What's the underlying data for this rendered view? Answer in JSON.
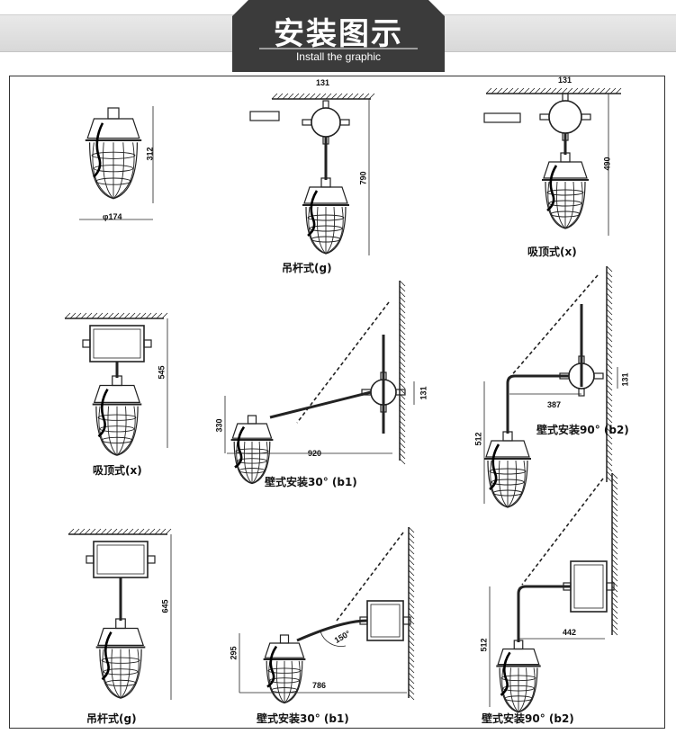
{
  "header": {
    "title": "安装图示",
    "subtitle": "Install the graphic"
  },
  "colors": {
    "header_tab": "#3b3b3b",
    "header_stripe": "#dddddd",
    "line": "#222222"
  },
  "diagrams": [
    {
      "id": "lamp-front",
      "caption": "",
      "dims": [
        "312",
        "φ174"
      ]
    },
    {
      "id": "pendant-g-top",
      "caption": "吊杆式(g)",
      "dims": [
        "131",
        "790"
      ]
    },
    {
      "id": "ceiling-x-top",
      "caption": "吸顶式(x)",
      "dims": [
        "131",
        "490"
      ]
    },
    {
      "id": "ceiling-x-mid",
      "caption": "吸顶式(x)",
      "dims": [
        "545"
      ]
    },
    {
      "id": "wall-30-b1-mid",
      "caption": "壁式安装30° (b1)",
      "dims": [
        "131",
        "330",
        "920"
      ]
    },
    {
      "id": "wall-90-b2-mid",
      "caption": "壁式安装90° (b2)",
      "dims": [
        "387",
        "512",
        "131"
      ]
    },
    {
      "id": "pendant-g-bottom",
      "caption": "吊杆式(g)",
      "dims": [
        "645"
      ]
    },
    {
      "id": "wall-30-b1-bottom",
      "caption": "壁式安装30° (b1)",
      "dims": [
        "295",
        "786",
        "150°"
      ]
    },
    {
      "id": "wall-90-b2-bottom",
      "caption": "壁式安装90° (b2)",
      "dims": [
        "442",
        "512"
      ]
    }
  ]
}
